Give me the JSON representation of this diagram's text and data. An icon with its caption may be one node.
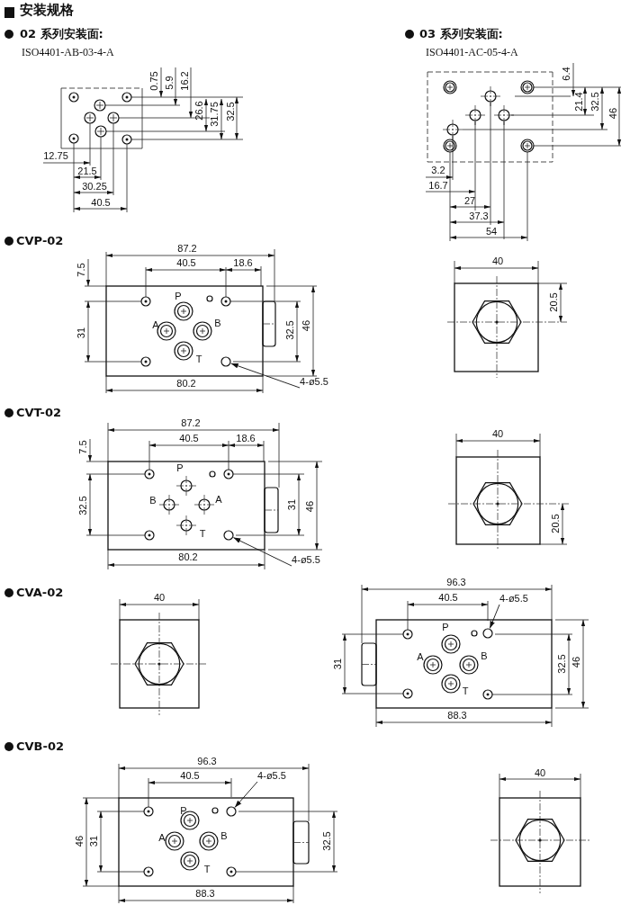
{
  "diagram": {
    "title": "安装规格",
    "nodes": [
      {
        "text": [
          "4-ø5.5"
        ]
      },
      {
        "text": [],
        "shape": "circle"
      },
      {
        "text": [
          "4-ø5.5"
        ]
      },
      {
        "text": [],
        "shape": "circle"
      },
      {
        "text": [
          "4-ø5.5"
        ]
      },
      {
        "text": [],
        "shape": "circle"
      },
      {
        "text": [
          "4-ø5.5"
        ]
      },
      {
        "text": [],
        "shape": "circle"
      }
    ],
    "edges": [
      {
        "from": 0,
        "to": 1,
        "arrow": "to"
      },
      {
        "from": 2,
        "to": 3,
        "arrow": "to"
      },
      {
        "from": 4,
        "to": 5,
        "arrow": "to"
      },
      {
        "from": 6,
        "to": 7,
        "arrow": "to"
      }
    ],
    "labels": [
      "02 系列安装面:",
      "03 系列安装面:",
      "ISO4401-AB-03-4-A",
      "ISO4401-AC-05-4-A",
      "0.75",
      "5.9",
      "16.2",
      "26.6",
      "31.75",
      "32.5",
      "12.75",
      "21.5",
      "30.25",
      "40.5",
      "6.4",
      "21.4",
      "32.5",
      "46",
      "3.2",
      "16.7",
      "27",
      "37.3",
      "54",
      "CVP-02",
      "87.2",
      "40.5",
      "18.6",
      "7.5",
      "P",
      "A",
      "B",
      "T",
      "31",
      "32.5",
      "46",
      "80.2",
      "40",
      "20.5",
      "CVT-02",
      "87.2",
      "40.5",
      "18.6",
      "7.5",
      "P",
      "B",
      "A",
      "T",
      "32.5",
      "31",
      "46",
      "80.2",
      "40",
      "20.5",
      "CVA-02",
      "40",
      "96.3",
      "40.5",
      "P",
      "31",
      "A",
      "B",
      "T",
      "32.5",
      "46",
      "88.3",
      "CVB-02",
      "96.3",
      "40.5",
      "40",
      "P",
      "A",
      "B",
      "T",
      "46",
      "31",
      "32.5",
      "88.3"
    ]
  }
}
